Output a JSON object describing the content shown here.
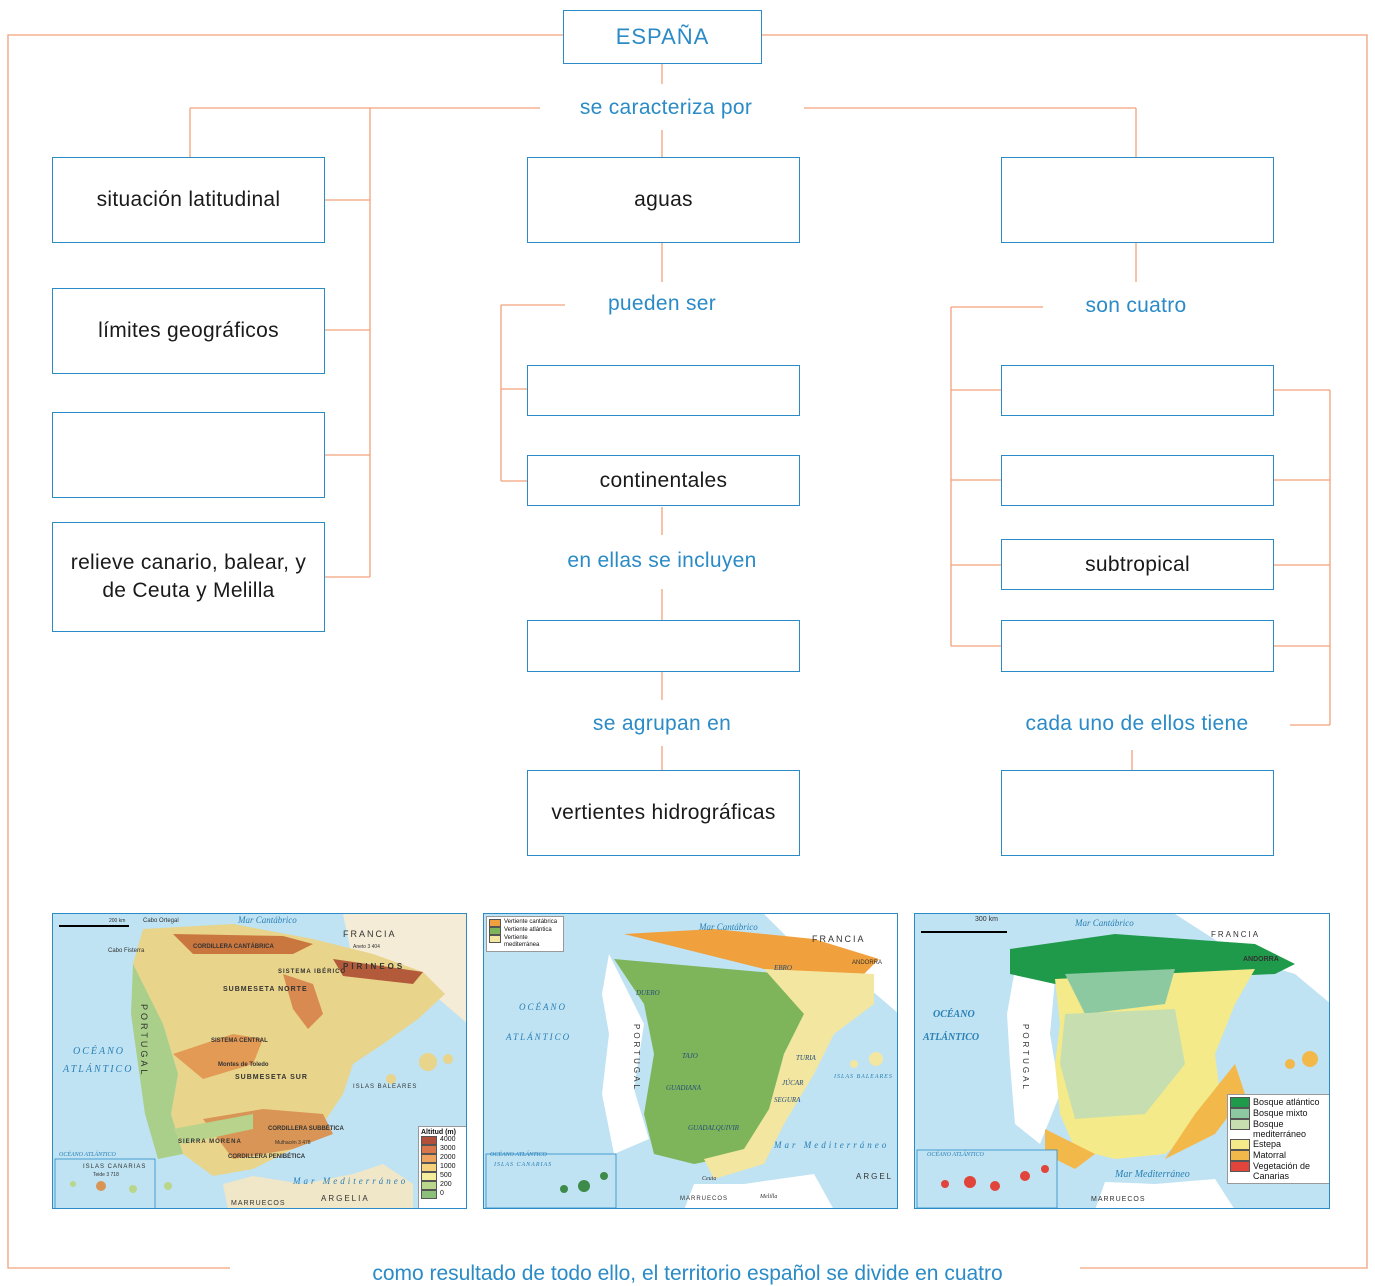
{
  "title": "ESPAÑA",
  "connectors": {
    "main": "se  caracteriza por",
    "aguas": "pueden ser",
    "continentales": "en ellas se incluyen",
    "agrupan": "se agrupan en",
    "climas": "son cuatro",
    "cada_uno": "cada uno de ellos tiene"
  },
  "left_boxes": [
    "situación latitudinal",
    "límites geográficos",
    "",
    "relieve canario, balear, y de Ceuta y Melilla"
  ],
  "middle_boxes": {
    "aguas": "aguas",
    "marinas": "",
    "continentales": "continentales",
    "incluyen": "",
    "vertientes": "vertientes hidrográficas"
  },
  "right_boxes": {
    "top": "",
    "c1": "",
    "c2": "",
    "c3": "subtropical",
    "c4": "",
    "bottom": ""
  },
  "footer": "como resultado de todo ello, el territorio español se divide en cuatro",
  "map1": {
    "labels": {
      "oceano": "OCÉANO",
      "atlantico": "ATLÁNTICO",
      "cantabrico": "Mar Cantábrico",
      "francia": "FRANCIA",
      "portugal": "PORTUGAL",
      "mediterraneo": "Mar Mediterráneo",
      "argelia": "ARGELIA",
      "marruecos": "MARRUECOS",
      "pirineos": "PIRINEOS",
      "cantabrica": "CORDILLERA CANTÁBRICA",
      "central": "SISTEMA CENTRAL",
      "morena": "SIERRA MORENA",
      "penibetica": "CORDILLERA PENIBÉTICA",
      "subbetica": "CORDILLERA SUBBÉTICA",
      "submeseta_norte": "SUBMESETA NORTE",
      "submeseta_sur": "SUBMESETA SUR",
      "iberico": "SISTEMA IBÉRICO",
      "toledo": "Montes de Toledo",
      "ortegal": "Cabo Ortegal",
      "finisterre": "Cabo Fisterra",
      "mulhacen": "Mulhacén 3 478",
      "aneto": "Aneto 3 404",
      "canarias": "ISLAS CANARIAS",
      "baleares": "ISLAS BALEARES",
      "oceano_inset": "OCÉANO ATLÁNTICO",
      "teide": "Teide 3 718",
      "scale": "200 km"
    },
    "legend": {
      "title": "Altitud (m)",
      "items": [
        {
          "label": "4000",
          "color": "#b0503a"
        },
        {
          "label": "3000",
          "color": "#d9774b"
        },
        {
          "label": "2000",
          "color": "#eea35f"
        },
        {
          "label": "1000",
          "color": "#f7d27c"
        },
        {
          "label": "500",
          "color": "#f5ee9c"
        },
        {
          "label": "200",
          "color": "#b9d68a"
        },
        {
          "label": "0",
          "color": "#8cc07a"
        }
      ]
    }
  },
  "map2": {
    "labels": {
      "oceano": "OCÉANO",
      "atlantico": "ATLÁNTICO",
      "cantabrico": "Mar Cantábrico",
      "francia": "FRANCIA",
      "andorra": "ANDORRA",
      "portugal": "PORTUGAL",
      "mediterraneo": "Mar Mediterráneo",
      "argelia": "ARGEL",
      "marruecos": "MARRUECOS",
      "duero": "DUERO",
      "tajo": "TAJO",
      "guadiana": "GUADIANA",
      "guadalquivir": "GUADALQUIVIR",
      "ebro": "EBRO",
      "jucar": "JÚCAR",
      "segura": "SEGURA",
      "turia": "TURIA",
      "baleares": "ISLAS BALEARES",
      "oceano_inset": "OCÉANO ATLÁNTICO",
      "canarias": "ISLAS CANARIAS",
      "ceuta": "Ceuta",
      "melilla": "Melilla"
    },
    "legend": {
      "items": [
        {
          "label": "Vertiente cantábrica",
          "color": "#f0a03c"
        },
        {
          "label": "Vertiente atlántica",
          "color": "#7fb55a"
        },
        {
          "label": "Vertiente mediterránea",
          "color": "#f2e6a0"
        }
      ]
    }
  },
  "map3": {
    "labels": {
      "oceano": "OCÉANO",
      "atlantico": "ATLÁNTICO",
      "cantabrico": "Mar Cantábrico",
      "francia": "FRANCIA",
      "andorra": "ANDORRA",
      "portugal": "PORTUGAL",
      "mediterraneo": "Mar Mediterráneo",
      "marruecos": "MARRUECOS",
      "oceano_inset": "OCÉANO ATLÁNTICO",
      "scale": "300 km"
    },
    "legend": {
      "items": [
        {
          "label": "Bosque atlántico",
          "color": "#1f9a4a"
        },
        {
          "label": "Bosque mixto",
          "color": "#8cc9a0"
        },
        {
          "label": "Bosque mediterráneo",
          "color": "#c7dfb0"
        },
        {
          "label": "Estepa",
          "color": "#f4ea8a"
        },
        {
          "label": "Matorral",
          "color": "#f2b84a"
        },
        {
          "label": "Vegetación de Canarias",
          "color": "#e0443a"
        }
      ]
    }
  }
}
